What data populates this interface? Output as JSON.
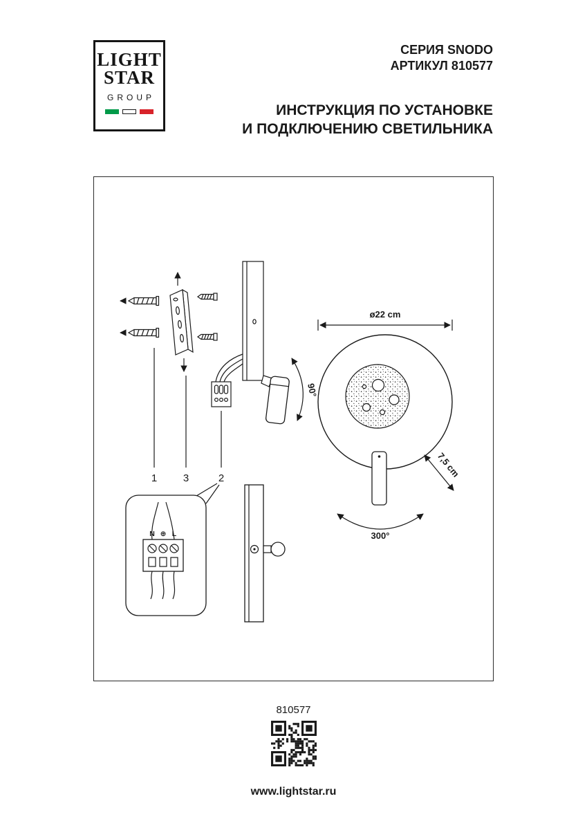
{
  "logo": {
    "light": "LIGHT",
    "star": "STAR",
    "group": "GROUP"
  },
  "header": {
    "series": "СЕРИЯ SNODO",
    "article": "АРТИКУЛ 810577",
    "title1": "ИНСТРУКЦИЯ ПО УСТАНОВКЕ",
    "title2": "И ПОДКЛЮЧЕНИЮ СВЕТИЛЬНИКА"
  },
  "diagram": {
    "part_labels": {
      "p1": "1",
      "p2": "2",
      "p3": "3"
    },
    "dimensions": {
      "diameter": "ø22 cm",
      "depth": "7,5 cm",
      "tilt_angle": "90°",
      "rotation_angle": "300°"
    },
    "wiring": {
      "neutral": "N",
      "earth": "⊕",
      "live": "L"
    }
  },
  "footer": {
    "article": "810577",
    "website": "www.lightstar.ru"
  },
  "colors": {
    "flag_green": "#009a49",
    "flag_white": "#ffffff",
    "flag_red": "#d8232a",
    "ink": "#1a1a1a"
  }
}
